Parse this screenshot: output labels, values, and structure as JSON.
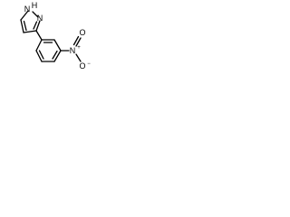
{
  "structure": {
    "atoms": {
      "pyrazole_nh": "N",
      "pyrazole_nh_hydrogen": "H",
      "pyrazole_n": "N",
      "nitro_n": "N",
      "nitro_plus": "+",
      "nitro_o_double": "O",
      "nitro_o_single": "O",
      "nitro_minus": "−"
    }
  },
  "colors": {
    "ink": "#000000",
    "background": "#ffffff"
  }
}
